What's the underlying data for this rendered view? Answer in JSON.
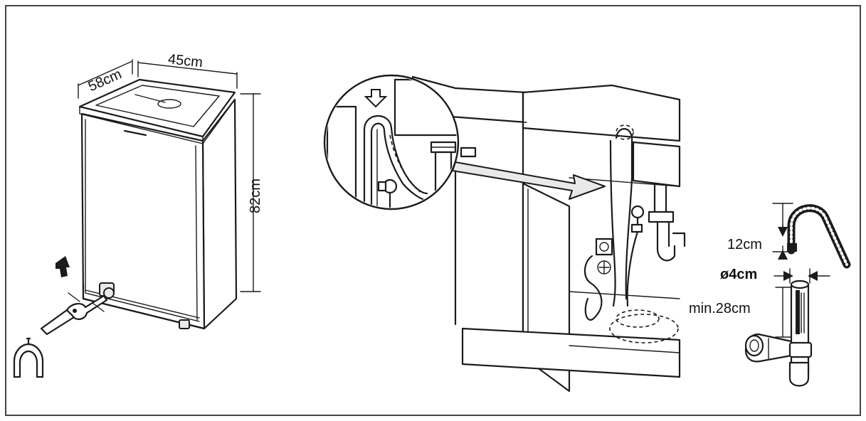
{
  "labels": {
    "depth": "58cm",
    "width": "45cm",
    "height": "82cm",
    "loop_height": "12cm",
    "pipe_diameter": "ø4cm",
    "min_height": "min.28cm"
  },
  "colors": {
    "line": "#1b1b1b",
    "background": "#ffffff"
  }
}
